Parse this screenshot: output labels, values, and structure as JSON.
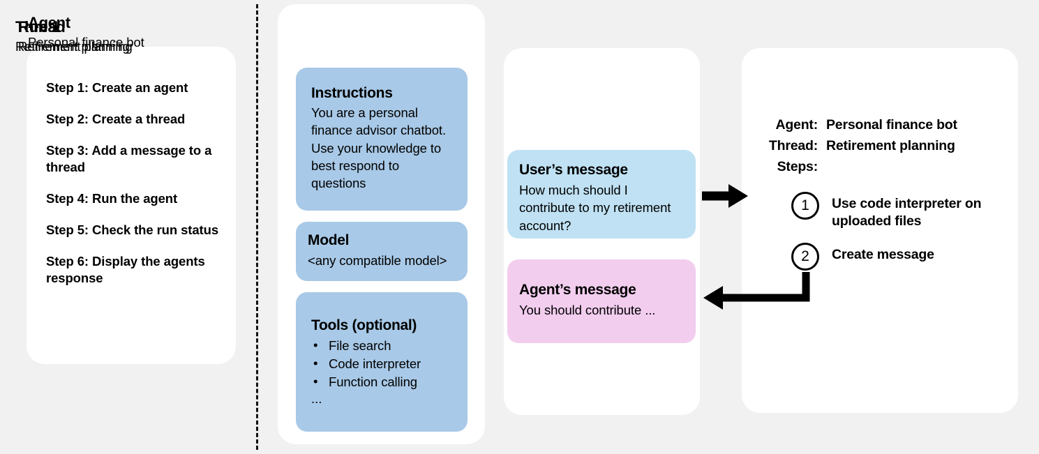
{
  "steps_panel": {
    "items": [
      "Step 1: Create an agent",
      "Step 2: Create a thread",
      "Step 3: Add a message to a thread",
      "Step 4: Run the agent",
      "Step 5: Check the run status",
      "Step 6: Display the agents response"
    ]
  },
  "agent_card": {
    "title": "Agent",
    "subtitle": "Personal finance bot",
    "instructions": {
      "heading": "Instructions",
      "body": "You are a personal finance advisor chatbot. Use your knowledge to best respond to questions"
    },
    "model": {
      "heading": "Model",
      "body": "<any compatible model>"
    },
    "tools": {
      "heading": "Tools (optional)",
      "bullet_glyph": "•",
      "items": [
        "File search",
        "Code interpreter",
        "Function calling"
      ],
      "ellipsis": "..."
    }
  },
  "thread_card": {
    "title": "Thread",
    "subtitle": "Retirement planning",
    "user_message": {
      "heading": "User’s message",
      "body": "How much should I contribute to my retirement account?"
    },
    "agent_message": {
      "heading": "Agent’s message",
      "body": "You should contribute ..."
    }
  },
  "run_card": {
    "title": "Run 1",
    "subtitle": "Retirement planning",
    "fields": [
      {
        "label": "Agent:",
        "value": "Personal finance bot"
      },
      {
        "label": "Thread:",
        "value": "Retirement planning"
      },
      {
        "label": "Steps:",
        "value": ""
      }
    ],
    "steps": [
      {
        "number": "1",
        "text": "Use code interpreter on uploaded files"
      },
      {
        "number": "2",
        "text": "Create message"
      }
    ]
  },
  "colors": {
    "background": "#f1f1f1",
    "card": "#ffffff",
    "agent_box_blue": "#a8c9e7",
    "user_bubble_blue": "#bfe1f3",
    "agent_bubble_pink": "#f2cdee",
    "ink": "#000000"
  }
}
